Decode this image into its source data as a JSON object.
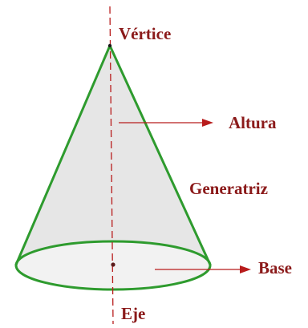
{
  "labels": {
    "vertex": "Vértice",
    "height": "Altura",
    "generatrix": "Generatriz",
    "base": "Base",
    "axis": "Eje"
  },
  "colors": {
    "label_text": "#8b1a1a",
    "axis_line": "#b81c1c",
    "arrow": "#b81c1c",
    "cone_outline": "#2e9b2e",
    "cone_fill": "#e6e6e6",
    "base_fill": "#f2f2f2"
  }
}
